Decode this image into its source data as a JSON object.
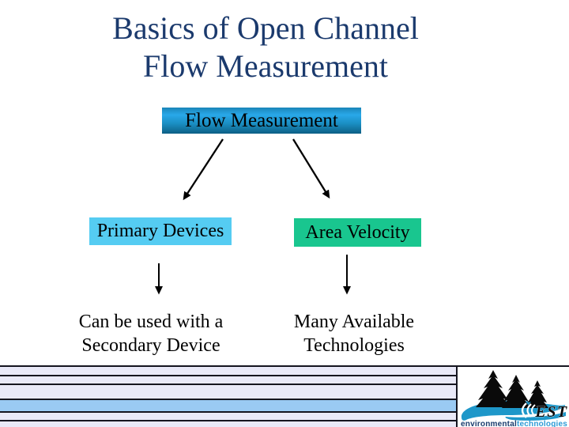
{
  "slide": {
    "background": "#ffffff",
    "title": {
      "line1": "Basics of Open Channel",
      "line2": "Flow Measurement",
      "color": "#1b3a6d"
    },
    "diagram": {
      "root": {
        "label": "Flow Measurement",
        "gradient_top": "#29a8e9",
        "gradient_bottom": "#0d5f85"
      },
      "arrow_color": "#000000",
      "children": [
        {
          "label": "Primary Devices",
          "color": "#55ccf2",
          "note": {
            "line1": "Can be used with a",
            "line2": "Secondary Device"
          }
        },
        {
          "label": "Area Velocity",
          "color": "#19c68f",
          "note": {
            "line1": "Many Available",
            "line2": "Technologies"
          }
        }
      ]
    },
    "footer": {
      "stripe_color": "#e9e9f8",
      "highlight_stripe_color": "#9acaf3",
      "line_color": "#15151f"
    },
    "logo": {
      "acronym": "EST",
      "tagline_word1": "environmental",
      "tagline_word2": "technologies",
      "tree_color": "#0a0a0a",
      "swoosh_color": "#1e97c9",
      "tagline_word1_color": "#1a3c6e",
      "tagline_word2_color": "#2e9bd6"
    }
  }
}
